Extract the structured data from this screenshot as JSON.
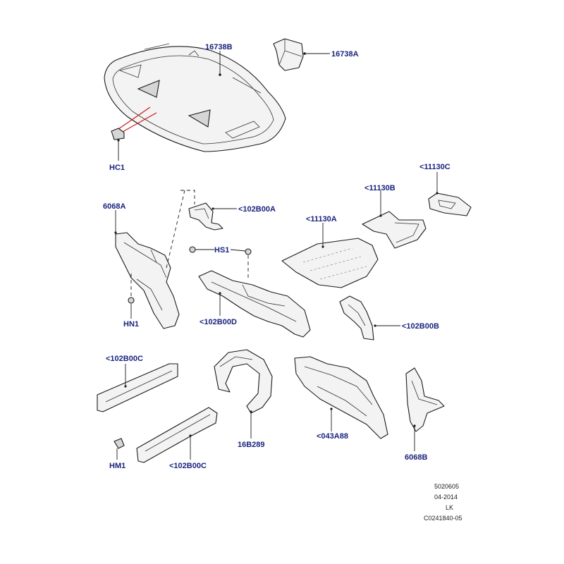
{
  "callouts": {
    "c16738b": "16738B",
    "c16738a": "16738A",
    "chc1": "HC1",
    "c11130c": "<11130C",
    "c11130b": "<11130B",
    "c6068a": "6068A",
    "c102b00a": "<102B00A",
    "c11130a": "<11130A",
    "chs1": "HS1",
    "chn1": "HN1",
    "c102b00d": "<102B00D",
    "c102b00b": "<102B00B",
    "c102b00c_top": "<102B00C",
    "c16b289": "16B289",
    "c043a88": "<043A88",
    "c6068b": "6068B",
    "chm1": "HM1",
    "c102b00c_bottom": "<102B00C"
  },
  "metadata": {
    "line1": "5020605",
    "line2": "04-2014",
    "line3": "LK",
    "line4": "C0241840-05"
  },
  "colors": {
    "callout_text": "#1a237e",
    "accent_leader": "#d01010"
  }
}
